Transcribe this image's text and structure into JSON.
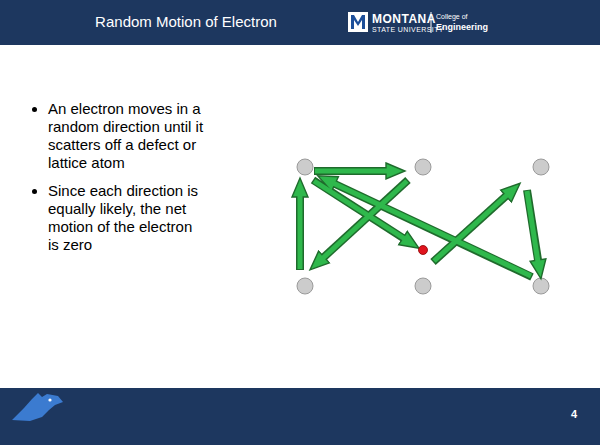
{
  "diagram": {
    "title": "Random Motion of Electron",
    "labels": [
      "An electron moves in a random direction until it scatters off a defect or lattice atom",
      "Since each direction is equally likely, the net motion of the electron is zero",
      "MONTANA",
      "STATE UNIVERSITY",
      "College of",
      "Engineering",
      "4"
    ]
  }
}
